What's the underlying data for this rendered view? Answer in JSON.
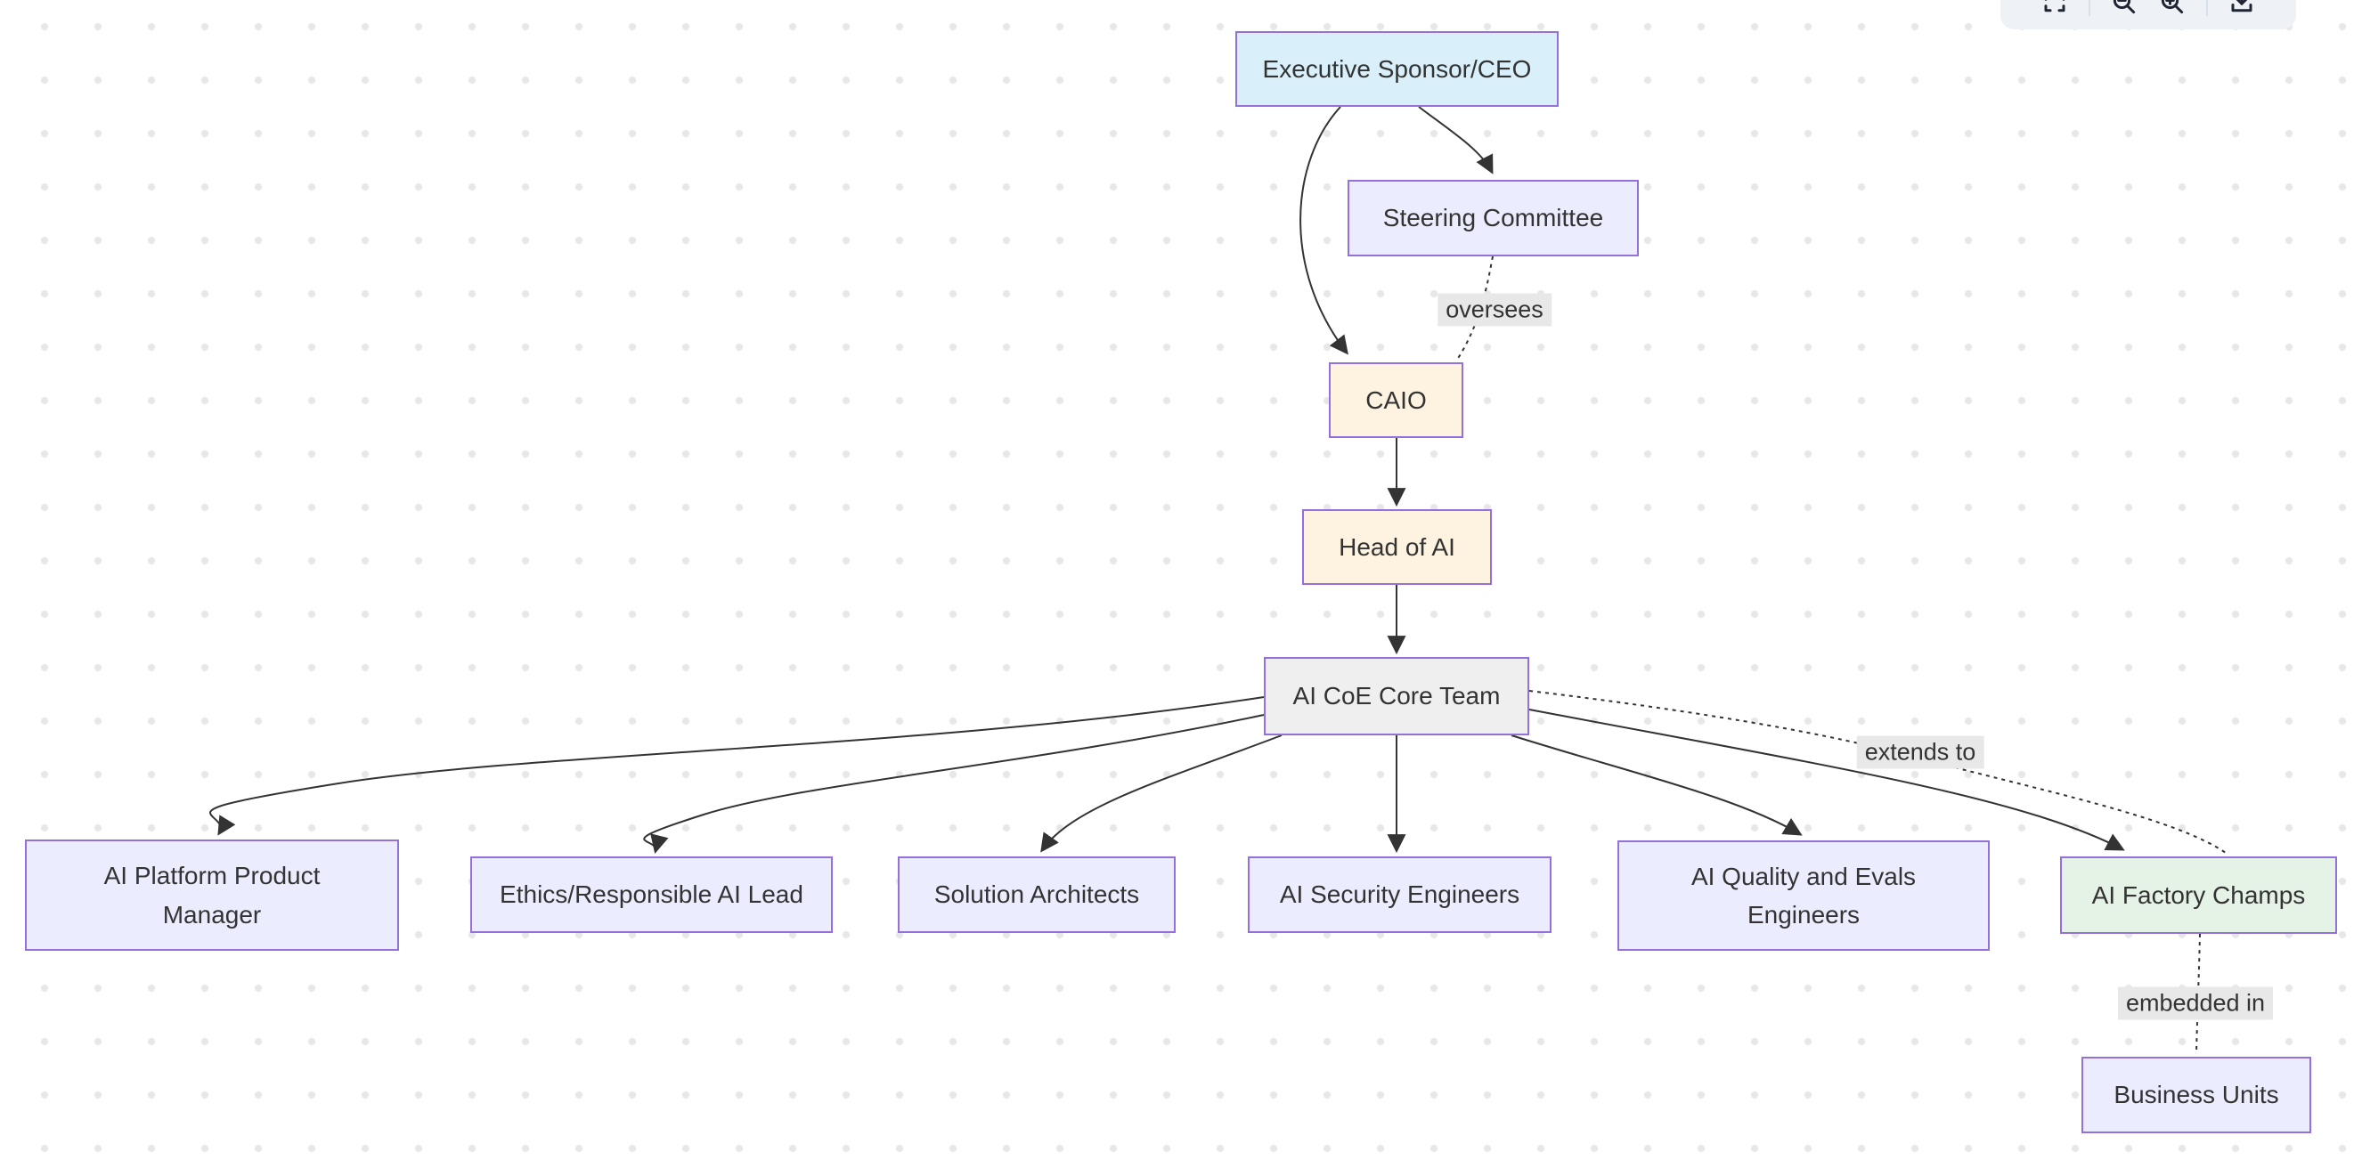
{
  "app": {
    "toolbar": {
      "icons": [
        {
          "name": "fullscreen"
        },
        {
          "name": "zoom-out"
        },
        {
          "name": "zoom-in"
        },
        {
          "name": "export"
        }
      ]
    }
  },
  "colors": {
    "canvas_background": "#ffffff",
    "dot_grid": "#e7e7e7",
    "node_border": "#9370DB",
    "edge_stroke": "#333333",
    "edge_label_background": "#e8e8e8",
    "fill_blue": "#d9f0fb",
    "fill_lavender": "#ececff",
    "fill_cream": "#fdf3e0",
    "fill_gray": "#efefef",
    "fill_green": "#e5f2e6",
    "toolbar_background": "#eef1f5"
  },
  "diagram": {
    "nodes": [
      {
        "id": "ceo",
        "label": "Executive Sponsor/CEO",
        "fill": "#d9f0fb"
      },
      {
        "id": "steering",
        "label": "Steering Committee",
        "fill": "#ececff"
      },
      {
        "id": "caio",
        "label": "CAIO",
        "fill": "#fdf3e0"
      },
      {
        "id": "head",
        "label": "Head of AI",
        "fill": "#fdf3e0"
      },
      {
        "id": "core",
        "label": "AI CoE Core Team",
        "fill": "#efefef"
      },
      {
        "id": "ppm",
        "label": "AI Platform Product Manager",
        "fill": "#ececff"
      },
      {
        "id": "ethics",
        "label": "Ethics/Responsible AI Lead",
        "fill": "#ececff"
      },
      {
        "id": "sa",
        "label": "Solution Architects",
        "fill": "#ececff"
      },
      {
        "id": "sec",
        "label": "AI Security Engineers",
        "fill": "#ececff"
      },
      {
        "id": "qe",
        "label": "AI Quality and Evals Engineers",
        "fill": "#ececff"
      },
      {
        "id": "champs",
        "label": "AI Factory Champs",
        "fill": "#e5f2e6"
      },
      {
        "id": "bu",
        "label": "Business Units",
        "fill": "#ececff"
      }
    ],
    "edges": [
      {
        "from": "ceo",
        "to": "steering",
        "style": "solid",
        "label": ""
      },
      {
        "from": "ceo",
        "to": "caio",
        "style": "solid",
        "label": ""
      },
      {
        "from": "steering",
        "to": "caio",
        "style": "dotted",
        "label": "oversees"
      },
      {
        "from": "caio",
        "to": "head",
        "style": "solid",
        "label": ""
      },
      {
        "from": "head",
        "to": "core",
        "style": "solid",
        "label": ""
      },
      {
        "from": "core",
        "to": "ppm",
        "style": "solid",
        "label": ""
      },
      {
        "from": "core",
        "to": "ethics",
        "style": "solid",
        "label": ""
      },
      {
        "from": "core",
        "to": "sa",
        "style": "solid",
        "label": ""
      },
      {
        "from": "core",
        "to": "sec",
        "style": "solid",
        "label": ""
      },
      {
        "from": "core",
        "to": "qe",
        "style": "solid",
        "label": ""
      },
      {
        "from": "core",
        "to": "champs",
        "style": "solid",
        "label": ""
      },
      {
        "from": "core",
        "to": "champs",
        "style": "dotted",
        "label": "extends to"
      },
      {
        "from": "champs",
        "to": "bu",
        "style": "dotted",
        "label": "embedded in"
      }
    ]
  }
}
